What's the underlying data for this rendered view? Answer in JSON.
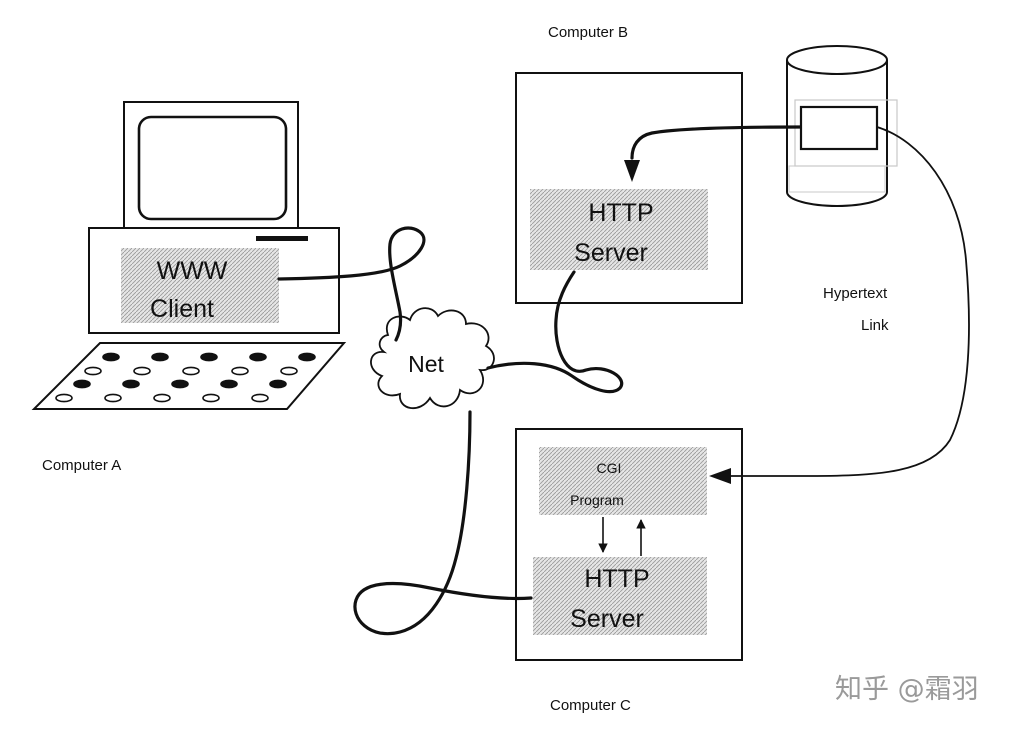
{
  "computer_a": {
    "label": "Computer A",
    "client_line1": "WWW",
    "client_line2": "Client"
  },
  "computer_b": {
    "label": "Computer B",
    "server_line1": "HTTP",
    "server_line2": "Server"
  },
  "computer_c": {
    "label": "Computer C",
    "cgi_line1": "CGI",
    "cgi_line2": "Program",
    "server_line1": "HTTP",
    "server_line2": "Server"
  },
  "network": {
    "label": "Net"
  },
  "hypertext_link": {
    "line1": "Hypertext",
    "line2": "Link"
  },
  "watermark": {
    "text": "知乎 @霜羽"
  },
  "colors": {
    "ink": "#111111",
    "shade": "#d6d6d6",
    "watermark": "#9a9a9a"
  }
}
